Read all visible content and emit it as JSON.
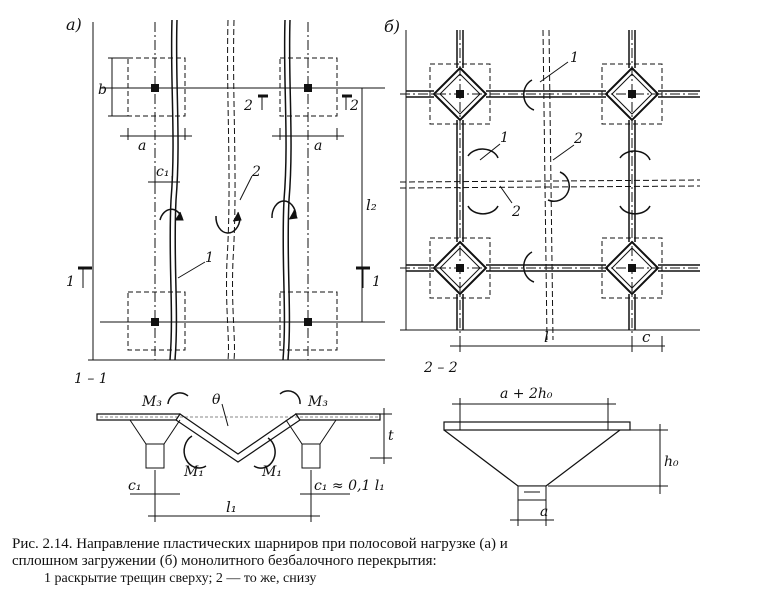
{
  "figure": {
    "panel_a": "а)",
    "panel_b": "б)",
    "section_a": "1 – 1",
    "section_b": "2 – 2",
    "dims": {
      "b": "b",
      "a": "a",
      "c1": "c₁",
      "l2": "l₂",
      "l": "l",
      "c": "c",
      "l1": "l₁",
      "c1_eq": "c₁ ≈ 0,1 l₁",
      "t": "t",
      "h0": "h₀",
      "a_2h0": "a + 2h₀",
      "a_bottom": "a"
    },
    "moments": {
      "m3": "M₃",
      "m1": "M₁",
      "theta": "θ"
    },
    "callouts": {
      "one": "1",
      "two": "2"
    }
  },
  "caption": {
    "line1": "Рис. 2.14. Направление пластических шарниров при полосовой нагрузке (а) и",
    "line2": "сплошном загружении (б) монолитного безбалочного перекрытия:",
    "line3": "1  раскрытие трещин сверху; 2 — то же, снизу"
  }
}
